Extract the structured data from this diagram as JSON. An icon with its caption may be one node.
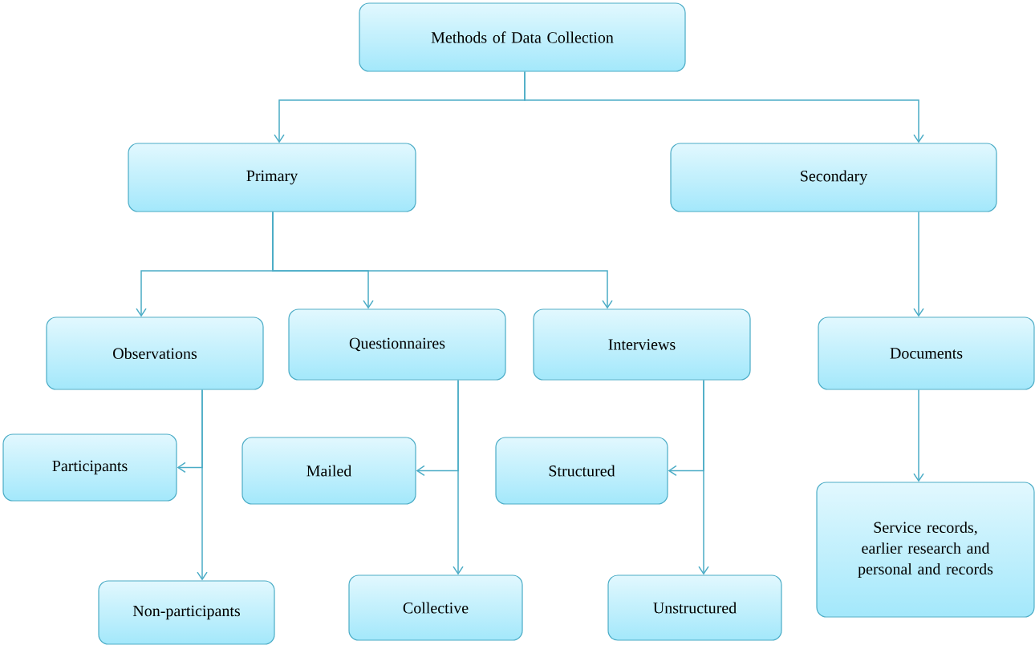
{
  "diagram": {
    "nodes": [
      {
        "text": [
          "Methods of Data Collection"
        ]
      },
      {
        "text": [
          "Primary"
        ]
      },
      {
        "text": [
          "Secondary"
        ]
      },
      {
        "text": [
          "Observations"
        ]
      },
      {
        "text": [
          "Questionnaires"
        ]
      },
      {
        "text": [
          "Interviews"
        ]
      },
      {
        "text": [
          "Documents"
        ]
      },
      {
        "text": [
          "Participants"
        ]
      },
      {
        "text": [
          "Mailed"
        ]
      },
      {
        "text": [
          "Structured"
        ]
      },
      {
        "text": [
          "Non-participants"
        ]
      },
      {
        "text": [
          "Collective"
        ]
      },
      {
        "text": [
          "Unstructured"
        ]
      },
      {
        "text": [
          "Service records, earlier research and personal and records"
        ]
      }
    ],
    "edges": [
      {
        "from": 0,
        "to": 1,
        "arrow": "to"
      },
      {
        "from": 0,
        "to": 2,
        "arrow": "to"
      },
      {
        "from": 1,
        "to": 3,
        "arrow": "to"
      },
      {
        "from": 1,
        "to": 4,
        "arrow": "to"
      },
      {
        "from": 1,
        "to": 5,
        "arrow": "to"
      },
      {
        "from": 2,
        "to": 6,
        "arrow": "to"
      },
      {
        "from": 3,
        "to": 7,
        "arrow": "to"
      },
      {
        "from": 3,
        "to": 10,
        "arrow": "to"
      },
      {
        "from": 4,
        "to": 8,
        "arrow": "to"
      },
      {
        "from": 4,
        "to": 11,
        "arrow": "to"
      },
      {
        "from": 5,
        "to": 9,
        "arrow": "to"
      },
      {
        "from": 5,
        "to": 12,
        "arrow": "to"
      },
      {
        "from": 6,
        "to": 13,
        "arrow": "to"
      }
    ]
  }
}
